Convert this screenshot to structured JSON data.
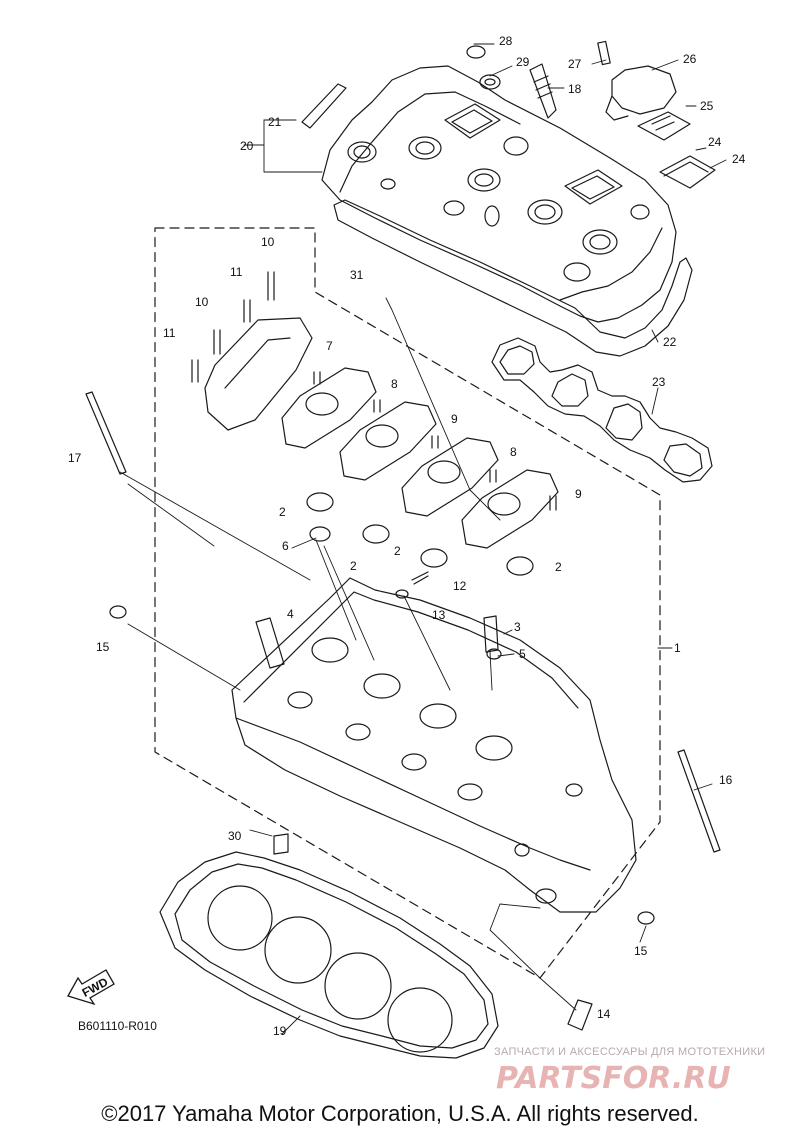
{
  "diagram": {
    "reference_code": "B601110-R010",
    "fwd_marker": "FWD",
    "copyright": "©2017 Yamaha Motor Corporation, U.S.A. All rights reserved.",
    "watermark": {
      "tagline": "ЗАПЧАСТИ И АКСЕССУАРЫ ДЛЯ МОТОТЕХНИКИ",
      "logo": "PARTSFOR.RU"
    },
    "callouts": [
      "1",
      "2",
      "2",
      "2",
      "2",
      "3",
      "4",
      "5",
      "6",
      "7",
      "8",
      "8",
      "9",
      "9",
      "10",
      "10",
      "11",
      "11",
      "12",
      "13",
      "14",
      "15",
      "15",
      "16",
      "17",
      "18",
      "19",
      "20",
      "21",
      "22",
      "23",
      "24",
      "24",
      "25",
      "26",
      "27",
      "28",
      "29",
      "30",
      "31"
    ],
    "colors": {
      "line": "#1a1a1a",
      "watermark": "#e7b3b3",
      "text": "#111111"
    }
  }
}
